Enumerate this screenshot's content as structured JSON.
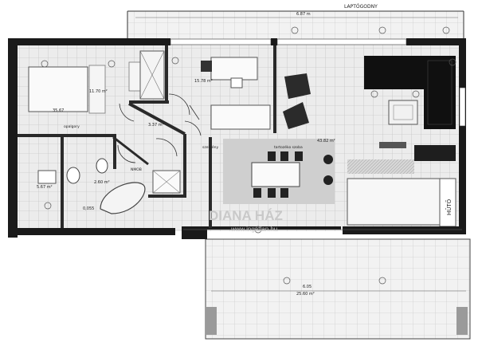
{
  "plan": {
    "top_terrace_label": "LAPTÓGODNY",
    "top_dim": "6.87 m",
    "rooms": {
      "bedroom_area": "11.70 m²",
      "bedroom_dim": "35.67",
      "hall_area": "3.37 m²",
      "study_area": "15.78 m²",
      "living_area": "43.82 m²",
      "bath_area": "5.67 m²",
      "wc_area": "2.60 m²",
      "dining_label": "tartozéko szoba",
      "closet_label": "szekrény",
      "note_label": "opalgory",
      "storage_label": "NMOB",
      "bottom_dim": "0,055",
      "terrace_area": "25.60 m²",
      "terrace_dim": "6.05"
    },
    "fridge_label": "HŰTŐ",
    "watermark_line1": "DIANA HÁZ",
    "watermark_line2": "www.ingatlan.hu"
  },
  "colors": {
    "wall": "#1a1a1a",
    "grid_line": "#bdbdbd",
    "floor_fill": "#e9e9e9",
    "dark_furniture": "#111111",
    "background": "#ffffff"
  }
}
